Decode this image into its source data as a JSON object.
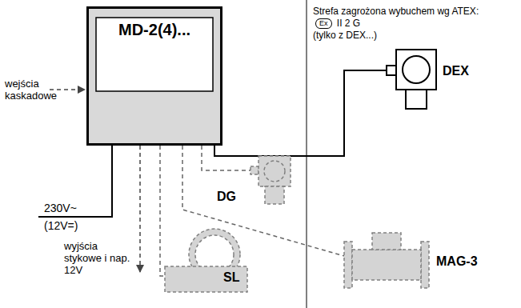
{
  "diagram": {
    "nodes": [
      {
        "text": [
          "MD-2(4)..."
        ]
      },
      {
        "text": [
          "DEX"
        ]
      },
      {
        "text": [
          "DG"
        ]
      },
      {
        "text": [
          "SL"
        ]
      },
      {
        "text": [
          "MAG-3"
        ]
      }
    ],
    "edges": [
      {
        "from": 0,
        "to": 1,
        "arrow": "none"
      },
      {
        "from": 0,
        "to": 2,
        "arrow": "none"
      },
      {
        "from": 0,
        "to": 3,
        "arrow": "none"
      },
      {
        "from": 0,
        "to": 4,
        "arrow": "none"
      }
    ],
    "labels": [
      "wejścia kaskadowe",
      "230V~",
      "(12V=)",
      "wyjścia stykowe i nap. 12V",
      "Strefa zagrożona wybuchem wg ATEX:",
      "Ex",
      "II 2 G",
      "(tylko z DEX...)"
    ]
  }
}
